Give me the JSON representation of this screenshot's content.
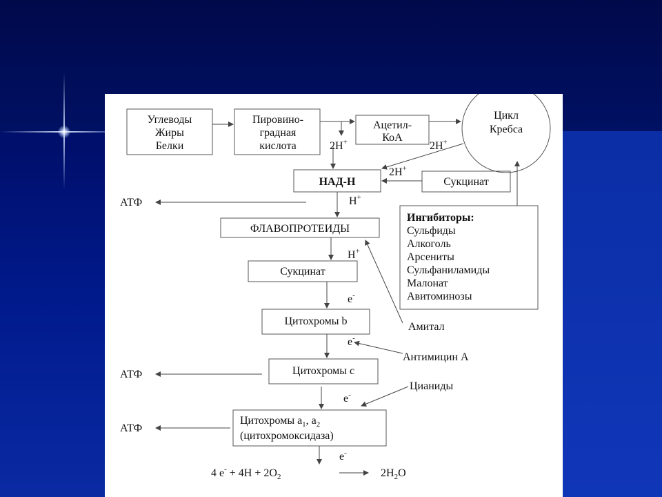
{
  "diagram": {
    "source_box": {
      "lines": [
        "Углеводы",
        "Жиры",
        "Белки"
      ]
    },
    "pyruvate_box": {
      "lines": [
        "Пировино-",
        "градная",
        "кислота"
      ]
    },
    "acetyl_box": {
      "lines": [
        "Ацетил-",
        "КоА"
      ]
    },
    "krebs_circle": {
      "lines": [
        "Цикл",
        "Кребса"
      ]
    },
    "nadh_box": {
      "label": "НАД-Н"
    },
    "succinate_box_top": {
      "label": "Сукцинат"
    },
    "flavoproteins_box": {
      "label": "ФЛАВОПРОТЕИДЫ"
    },
    "succinate_box_mid": {
      "label": "Сукцинат"
    },
    "cytochromes_b_box": {
      "label": "Цитохромы b"
    },
    "cytochromes_c_box": {
      "label": "Цитохромы с"
    },
    "cytochromes_a_box": {
      "line1_prefix": "Цитохромы a",
      "line1_sub1": "1",
      "line1_mid": ", a",
      "line1_sub2": "2",
      "line2": "(цитохромоксидаза)"
    },
    "inhibitors_box": {
      "title": "Ингибиторы:",
      "items": [
        "Сульфиды",
        "Алкоголь",
        "Арсениты",
        "Сульфаниламиды",
        "Малонат",
        "Авитоминозы"
      ]
    },
    "labels": {
      "two_h_1": "2H",
      "two_h_2": "2H",
      "two_h_3": "2H",
      "h_plus_1": "H",
      "h_plus_2": "H",
      "plus": "+",
      "e_1": "e",
      "e_2": "e",
      "e_3": "e",
      "e_4": "e",
      "minus": "-",
      "atf_1": "АТФ",
      "atf_2": "АТФ",
      "atf_3": "АТФ",
      "amital": "Амитал",
      "antimycin": "Антимицин А",
      "cyanides": "Цианиды"
    },
    "equation": {
      "lhs_a": "4 e",
      "lhs_b": " + 4H + 2O",
      "lhs_sub": "2",
      "rhs_a": "2H",
      "rhs_sub": "2",
      "rhs_b": "O"
    },
    "colors": {
      "line": "#444444",
      "text": "#111111",
      "panel": "#ffffff"
    }
  }
}
